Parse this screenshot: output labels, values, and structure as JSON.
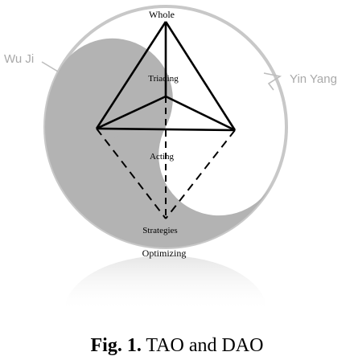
{
  "diagram": {
    "nodes": {
      "top": "Whole",
      "center": "Triading",
      "middle": "Acting",
      "bottom": "Strategies"
    },
    "below_label": "Optimizing",
    "outer_labels": {
      "left": "Wu Ji",
      "right": "Yin Yang"
    },
    "colors": {
      "yin": "#b3b3b3",
      "yang": "#ffffff",
      "rim": "#c8c8c8",
      "lines": "#000000"
    }
  },
  "caption": {
    "fig": "Fig. 1.",
    "text": "TAO and DAO"
  }
}
